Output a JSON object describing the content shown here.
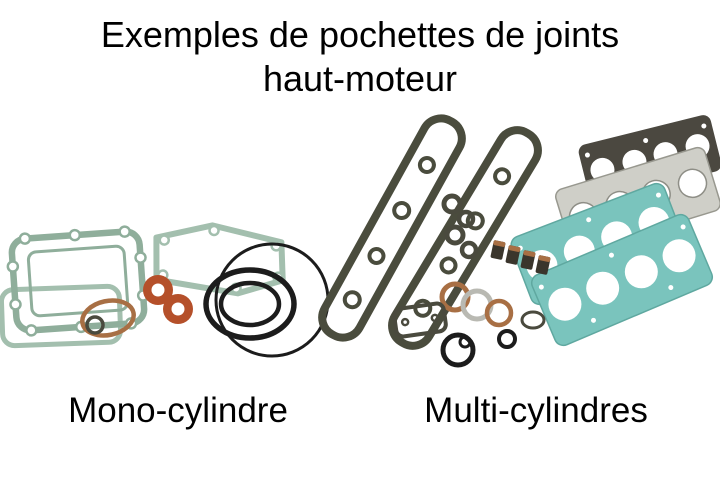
{
  "title": {
    "line1": "Exemples de pochettes de joints",
    "line2": "haut-moteur"
  },
  "captions": {
    "mono": "Mono-cylindre",
    "multi": "Multi-cylindres"
  },
  "colors": {
    "background": "#ffffff",
    "text": "#000000",
    "gasket_green": "#8fae9b",
    "gasket_green_light": "#a3bfae",
    "gasket_teal": "#7ac4bd",
    "gasket_dark_olive": "#4a4c3d",
    "gasket_dark_head": "#4b4840",
    "gasket_gray": "#cfcfc8",
    "gasket_orange": "#b5502a",
    "ring_black": "#1c1c1c",
    "washer_copper": "#a86f44",
    "washer_silver": "#b9b9b2"
  }
}
